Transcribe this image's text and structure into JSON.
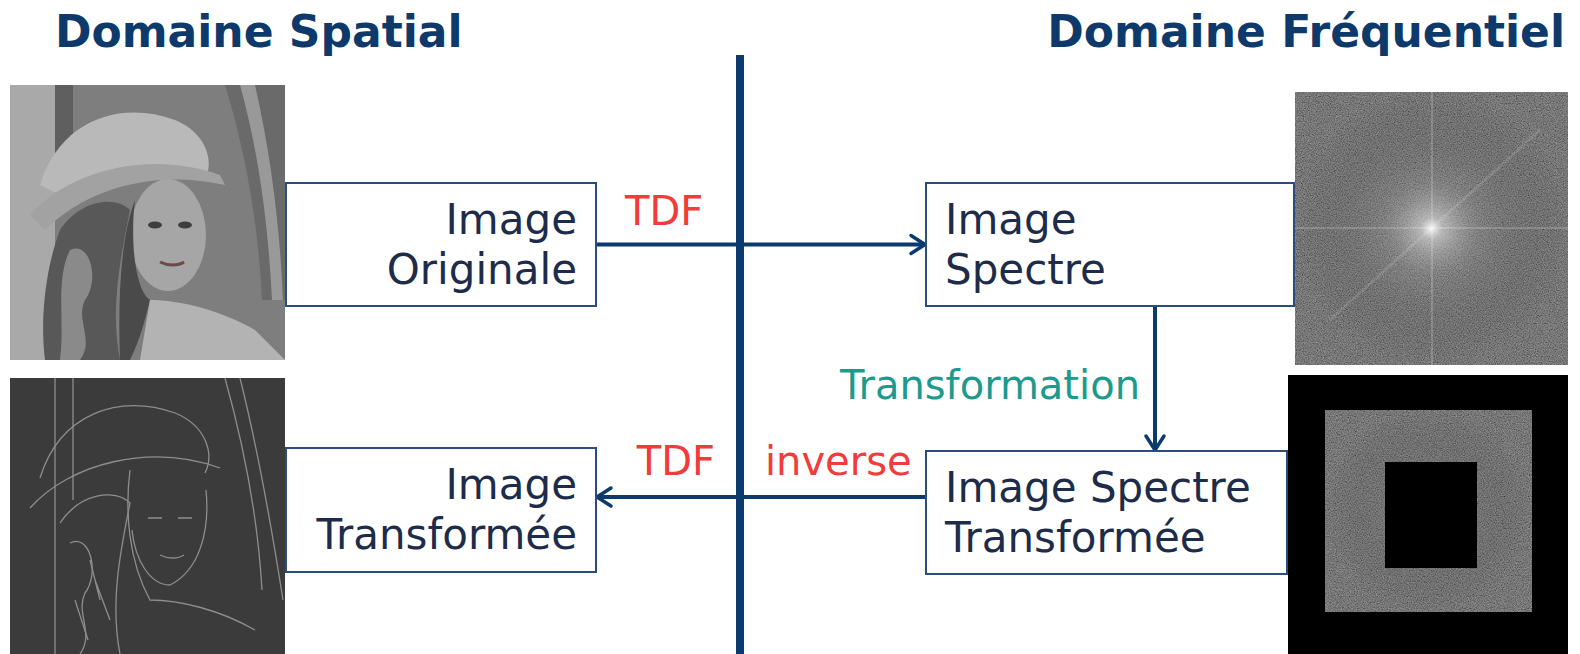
{
  "diagram": {
    "nodes": [
      {
        "text": [
          "Image Originale"
        ]
      },
      {
        "text": [
          "Image Spectre"
        ]
      },
      {
        "text": [
          "Image Transformée"
        ]
      },
      {
        "text": [
          "Image Spectre Transformée"
        ]
      }
    ],
    "edges": [
      {
        "from": 0,
        "to": 1,
        "arrow": "to",
        "label": "TDF"
      },
      {
        "from": 1,
        "to": 3,
        "arrow": "to",
        "label": "Transformation"
      },
      {
        "from": 3,
        "to": 2,
        "arrow": "to",
        "label": "TDF inverse"
      }
    ],
    "labels": [
      "Domaine Spatial",
      "Domaine Fréquentiel"
    ]
  }
}
